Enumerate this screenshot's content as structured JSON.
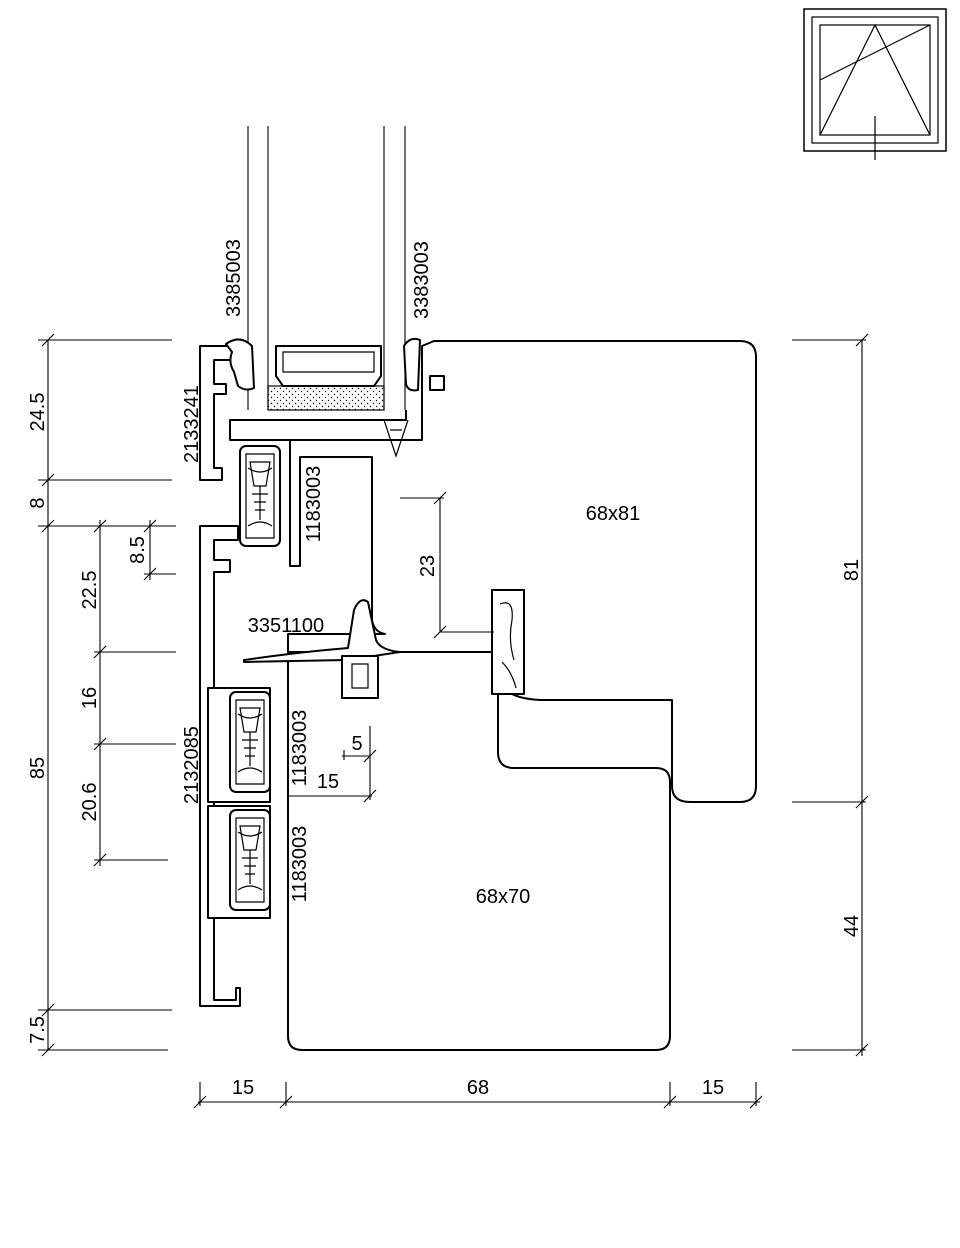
{
  "sections": {
    "sash": "68x81",
    "frame": "68x70"
  },
  "profile_codes": {
    "glazing_bead_seal": "3385003",
    "glass_seal": "3383003",
    "cladding_top": "2133241",
    "clip_top": "1183003",
    "center_seal": "3351100",
    "cladding_main": "2132085",
    "clip_mid": "1183003",
    "clip_bottom": "1183003"
  },
  "dimensions": {
    "left_outer": {
      "top": "24.5",
      "gap": "8",
      "total": "85",
      "bottom": "7.5"
    },
    "left_inner": {
      "a": "8.5",
      "b": "22.5",
      "c": "16",
      "d": "20.6"
    },
    "rebate_height": "23",
    "clip_small": "5",
    "clip_offset": "15",
    "right": {
      "sash": "81",
      "frame": "44"
    },
    "bottom": {
      "left": "15",
      "mid": "68",
      "right": "15"
    }
  },
  "icons": {
    "opening_symbol": "tilt-turn-window-icon"
  }
}
